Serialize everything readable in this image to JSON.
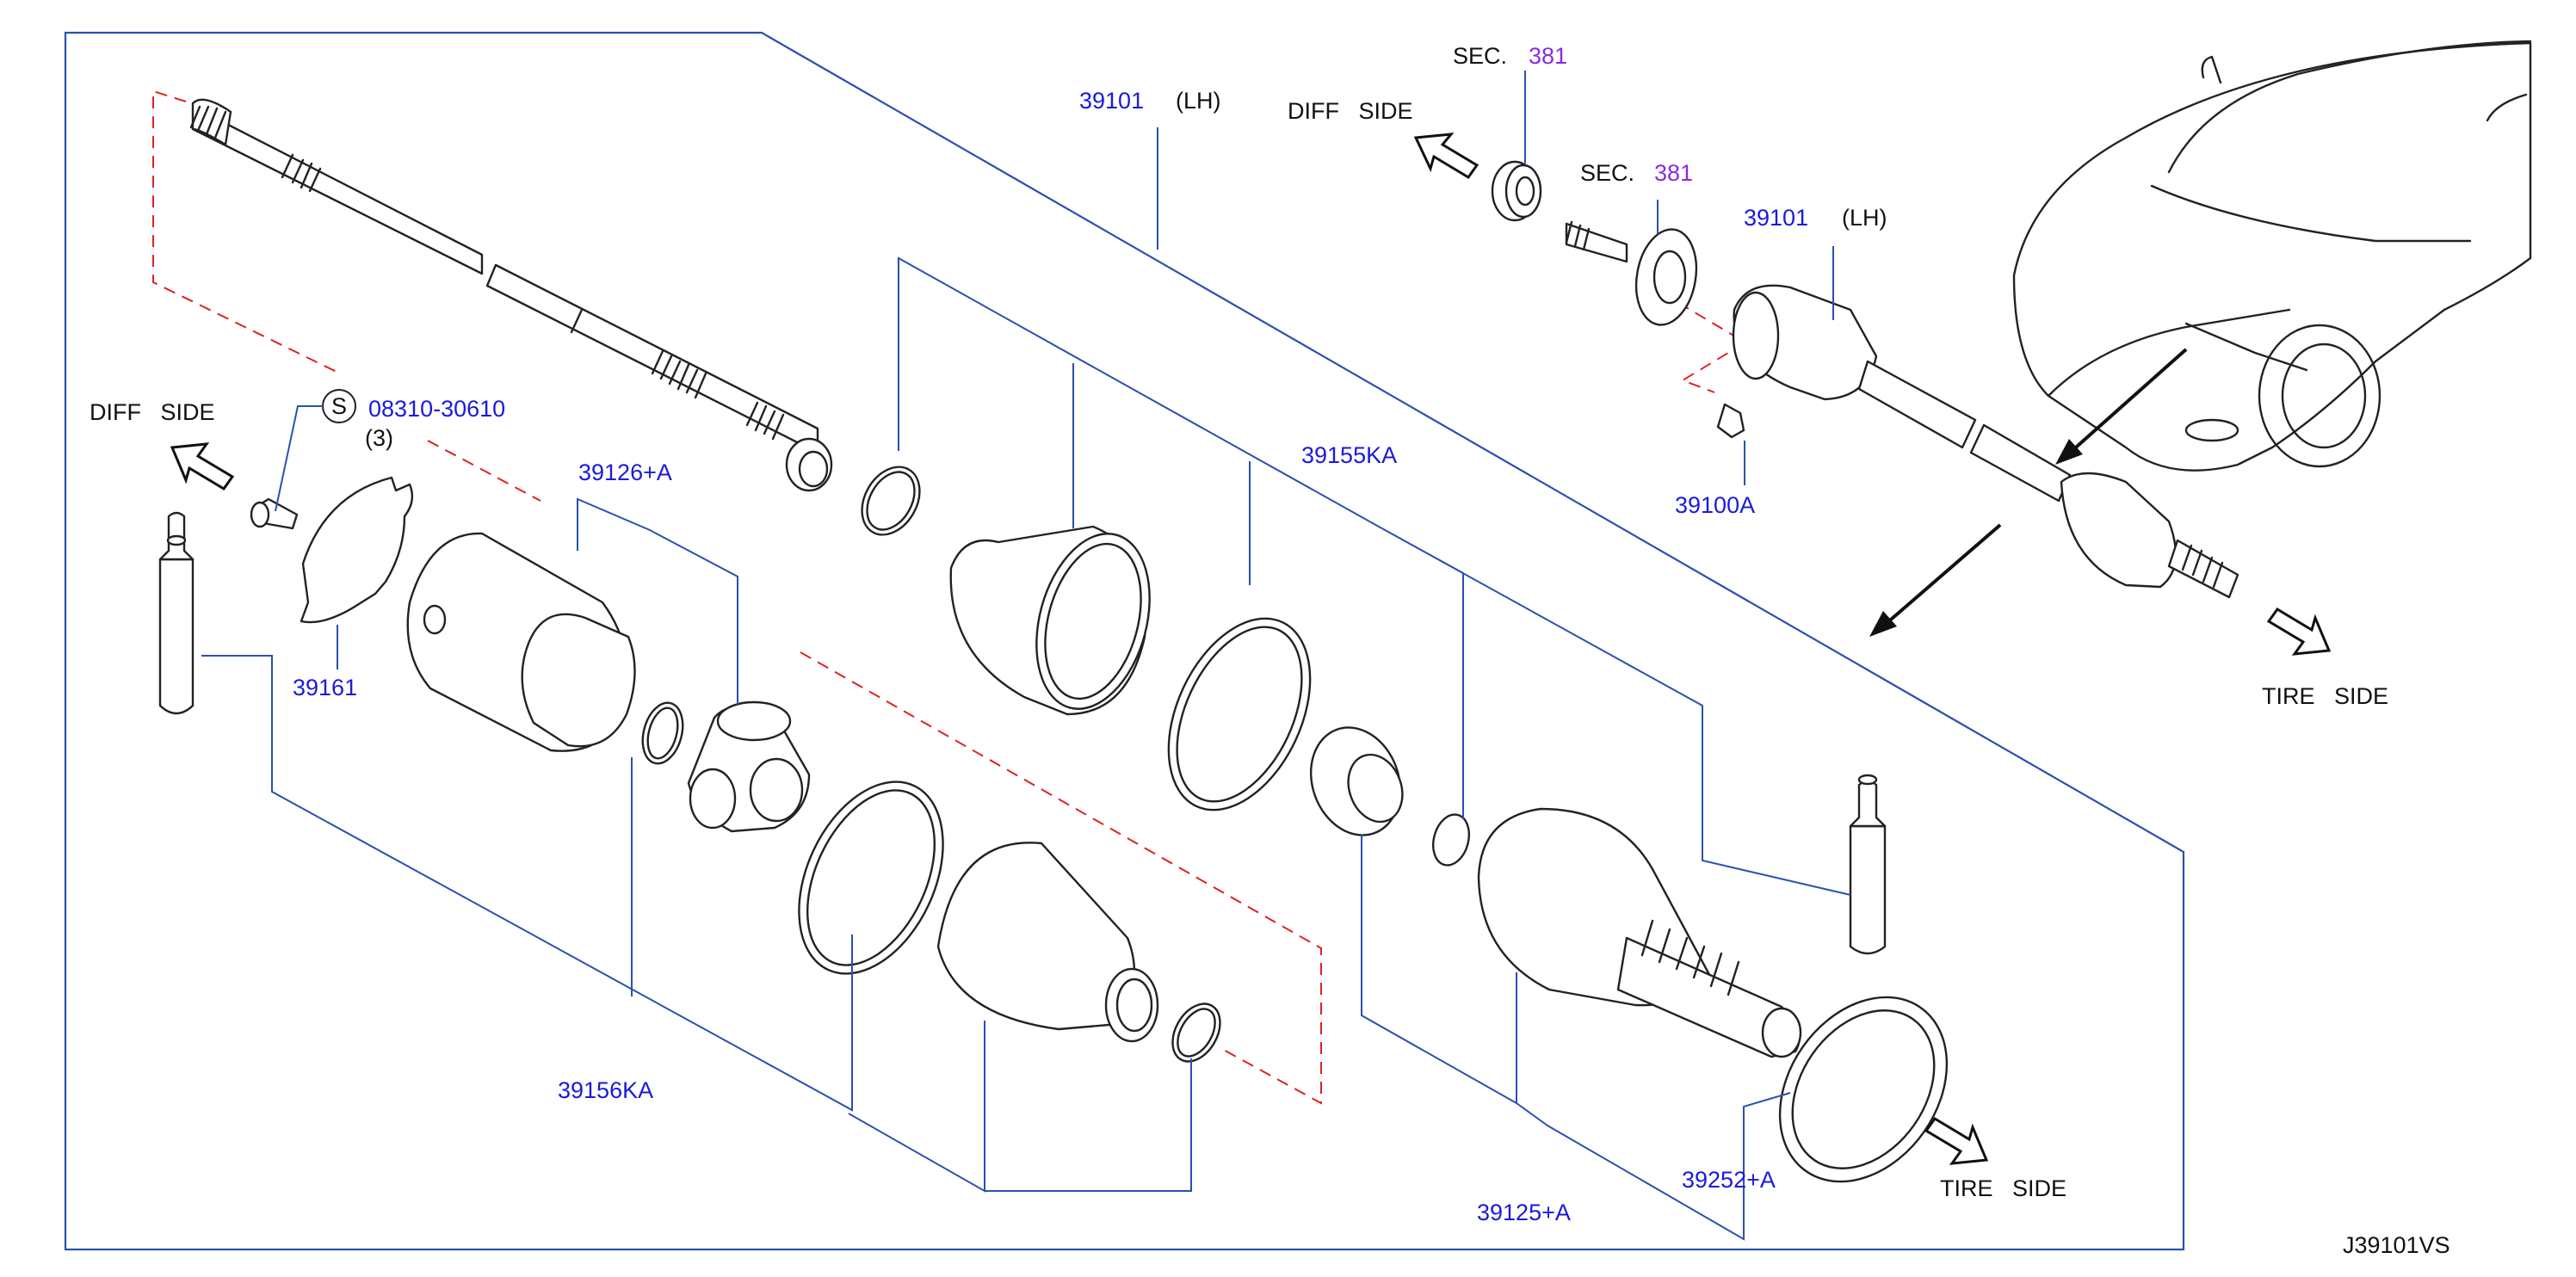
{
  "diagram_code": "J39101VS",
  "parts": {
    "p39101_top": {
      "number": "39101",
      "side": "(LH)"
    },
    "p39101_right": {
      "number": "39101",
      "side": "(LH)"
    },
    "sec381_a": {
      "prefix": "SEC.",
      "number": "381"
    },
    "sec381_b": {
      "prefix": "SEC.",
      "number": "381"
    },
    "p39100A": {
      "number": "39100A"
    },
    "bolt": {
      "symbol": "S",
      "number": "08310-30610",
      "qty": "(3)"
    },
    "p39126A": {
      "number": "39126+A"
    },
    "p39161": {
      "number": "39161"
    },
    "p39155KA": {
      "number": "39155KA"
    },
    "p39156KA": {
      "number": "39156KA"
    },
    "p39125A": {
      "number": "39125+A"
    },
    "p39252A": {
      "number": "39252+A"
    }
  },
  "directions": {
    "diff_side_top": "DIFF   SIDE",
    "diff_side_left": "DIFF   SIDE",
    "tire_side_right": "TIRE   SIDE",
    "tire_side_bottom": "TIRE   SIDE"
  },
  "colors": {
    "part_number": "#1a1adc",
    "section_ref": "#8a2be2",
    "leader": "#2a50b0",
    "dashed_guide": "#e02020"
  }
}
